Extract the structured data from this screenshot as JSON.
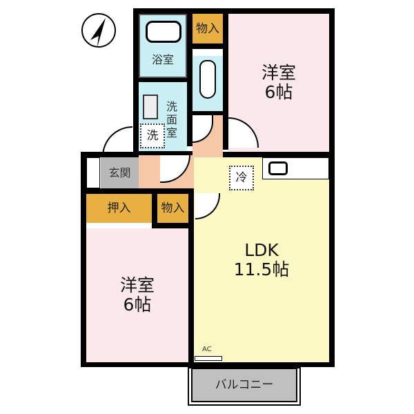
{
  "floorplan": {
    "compass": {
      "icon": "north-arrow-icon"
    },
    "rooms": {
      "bath": {
        "label": "浴室",
        "color": "#c8f0f5"
      },
      "washroom": {
        "label": "洗面室",
        "color": "#c8f0f5",
        "washer_label": "洗"
      },
      "toilet": {
        "color": "#c8f0f5"
      },
      "storage_top": {
        "label": "物入",
        "color": "#e8b040"
      },
      "bedroom_ne": {
        "name": "洋室",
        "size": "6帖",
        "color": "#fbe8ea"
      },
      "entrance": {
        "label": "玄関",
        "color": "#b8b8b8"
      },
      "hallway": {
        "color": "#f5c8a8"
      },
      "closet_oshiire": {
        "label": "押入",
        "color": "#e8b040"
      },
      "storage_mid": {
        "label": "物入",
        "color": "#e8b040"
      },
      "bedroom_sw": {
        "name": "洋室",
        "size": "6帖",
        "color": "#fbe8ea"
      },
      "ldk": {
        "name": "LDK",
        "size": "11.5帖",
        "color": "#fdf9c4",
        "fridge_label": "冷"
      },
      "balcony": {
        "label": "バルコニー",
        "color": "#c0c0c0"
      }
    },
    "ac_label": "AC"
  }
}
